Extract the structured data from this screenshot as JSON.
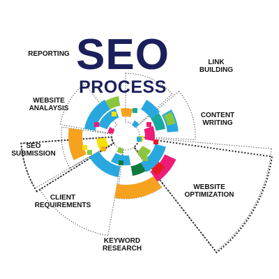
{
  "title": "SEO",
  "subtitle": "PROCESS",
  "steps": [
    {
      "label": "REPORTING"
    },
    {
      "label": "WEBSITE\nANALAYSIS"
    },
    {
      "label": "SEO\nSUBMISSION"
    },
    {
      "label": "CLIENT\nREQUIREMENTS"
    },
    {
      "label": "KEYWORD\nRESEARCH"
    },
    {
      "label": "WEBSITE\nOPTIMIZATION"
    },
    {
      "label": "CONTENT\nWRITING"
    },
    {
      "label": "LINK\nBUILDING"
    }
  ],
  "colors": {
    "title": "#1b1f5c",
    "orange": "#f6a21e",
    "blue": "#29a8e0",
    "green": "#8cc63f",
    "yellow": "#f4e100",
    "pink": "#ec1c78",
    "darkgreen": "#0d7a3e",
    "red": "#e51b24",
    "teal": "#18a9a0"
  }
}
